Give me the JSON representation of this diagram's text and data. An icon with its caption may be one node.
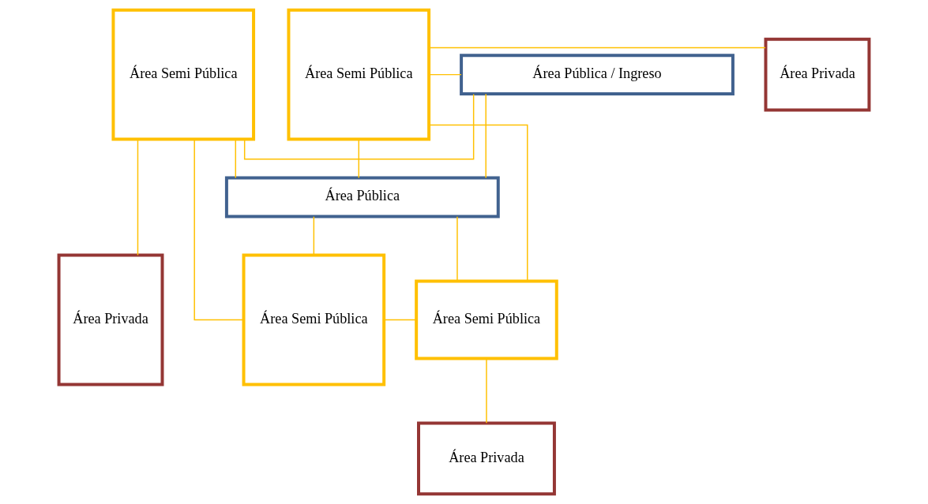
{
  "diagram": {
    "nodes": [
      {
        "text": [
          "Área Semi Pública"
        ]
      },
      {
        "text": [
          "Área Pública / Ingreso"
        ]
      },
      {
        "text": [
          "Área Semi Pública"
        ]
      },
      {
        "text": [
          "Área Privada"
        ]
      },
      {
        "text": [
          "Área Pública"
        ]
      },
      {
        "text": [
          "Área Privada"
        ]
      },
      {
        "text": [
          "Área Semi Pública"
        ]
      },
      {
        "text": [
          "Área Semi Pública"
        ]
      },
      {
        "text": [
          "Área Privada"
        ]
      }
    ],
    "edges": [
      {
        "from": 0,
        "to": 1,
        "arrow": "none"
      },
      {
        "from": 0,
        "to": 4,
        "arrow": "none"
      },
      {
        "from": 0,
        "to": 6,
        "arrow": "none"
      },
      {
        "from": 1,
        "to": 4,
        "arrow": "none"
      },
      {
        "from": 2,
        "to": 1,
        "arrow": "none"
      },
      {
        "from": 2,
        "to": 4,
        "arrow": "none"
      },
      {
        "from": 2,
        "to": 7,
        "arrow": "none"
      },
      {
        "from": 2,
        "to": 3,
        "arrow": "none"
      },
      {
        "from": 0,
        "to": 5,
        "arrow": "none"
      },
      {
        "from": 4,
        "to": 6,
        "arrow": "none"
      },
      {
        "from": 4,
        "to": 7,
        "arrow": "none"
      },
      {
        "from": 6,
        "to": 7,
        "arrow": "none"
      },
      {
        "from": 7,
        "to": 8,
        "arrow": "none"
      }
    ]
  }
}
